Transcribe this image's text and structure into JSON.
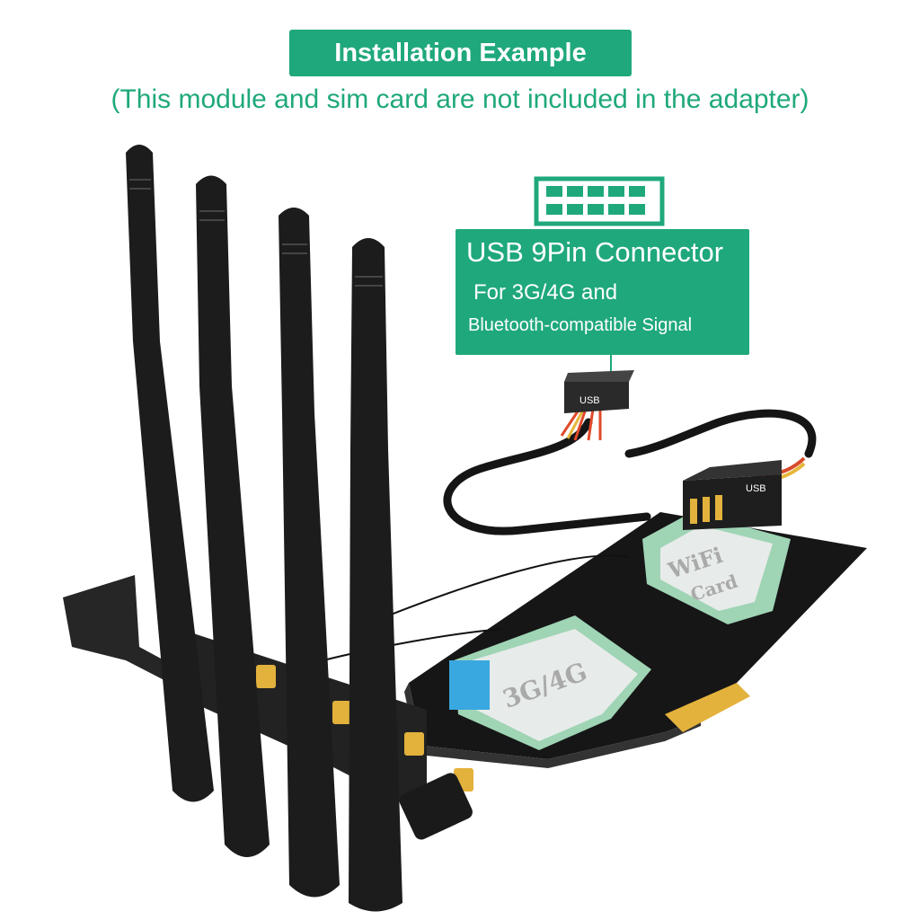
{
  "header": {
    "title": "Installation Example",
    "subtitle": "(This module and sim card are not included in the adapter)"
  },
  "callout": {
    "line1": "USB 9Pin Connector",
    "line2": "For 3G/4G and",
    "line3": "Bluetooth-compatible Signal"
  },
  "labels": {
    "wifi_card_top": "WiFi",
    "wifi_card_bottom": "Card",
    "modem_card": "3G/4G",
    "usb_plug": "USB",
    "usb_header": "USB"
  },
  "colors": {
    "accent": "#1fa87c",
    "pcb": "#1a1a1a",
    "gold": "#e3b23c",
    "antenna": "#1c1c1c"
  },
  "icons": [
    "usb-9pin-icon",
    "antenna-icon",
    "sma-connector-icon"
  ]
}
